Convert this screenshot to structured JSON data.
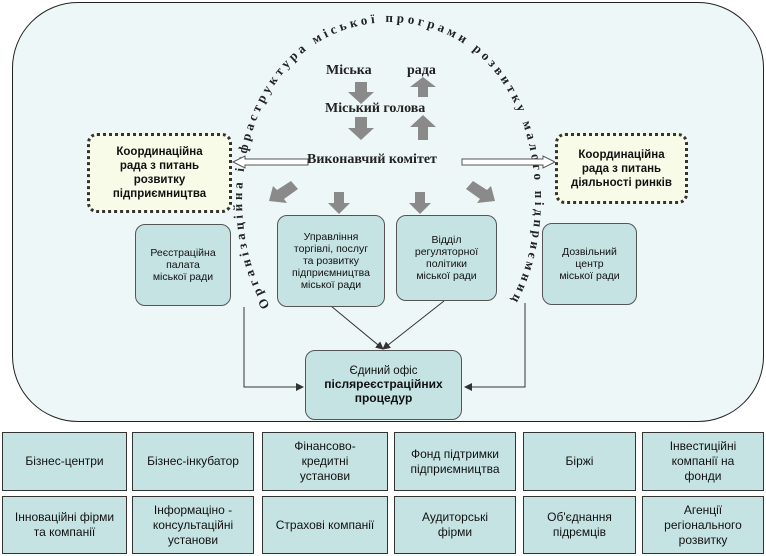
{
  "arc_text": "Організаційна інфраструктура міської програми розвитку малого підприємництва",
  "council_label": "Міська",
  "council_rada": "рада",
  "mayor_label": "Міський голова",
  "executive_label": "Виконавчий комітет",
  "coord_left": "Координаційна\nрада з питань\nрозвитку\nпідприємництва",
  "coord_right": "Координаційна\nрада з питань\nдіяльності ринків",
  "box_registration": "Реєстраційна\nпалата\nміської ради",
  "box_trade": "Управління\nторгівлі, послуг\nта розвитку\nпідприємництва\nміської ради",
  "box_regulatory": "Відділ\nрегуляторної\nполітики\nміської ради",
  "box_permit": "Дозвільний\nцентр\nміської ради",
  "office_line1": "Єдиний офіс",
  "office_line2": "післяреєстраційних\nпроцедур",
  "grid_row1": [
    "Бізнес-центри",
    "Бізнес-інкубатор",
    "Фінансово-\nкредитні\nустанови",
    "Фонд підтримки\nпідприємництва",
    "Біржі",
    "Інвестиційні\nкомпанії на\nфонди"
  ],
  "grid_row2": [
    "Інноваційні фірми\nта компанії",
    "Інформаціно -\nконсультаційні\nустанови",
    "Страхові компанії",
    "Аудиторські\nфірми",
    "Об'єднання\nпідрємців",
    "Агенції\nрегіонального\nрозвитку"
  ]
}
